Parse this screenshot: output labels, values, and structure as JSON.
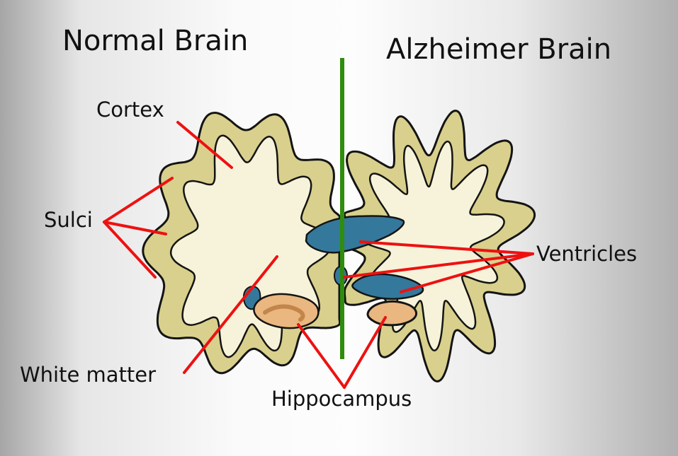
{
  "diagram": {
    "title_left": "Normal Brain",
    "title_right": "Alzheimer Brain",
    "labels": {
      "cortex": "Cortex",
      "sulci": "Sulci",
      "ventricles": "Ventricles",
      "white_matter": "White matter",
      "hippocampus": "Hippocampus"
    },
    "colors": {
      "cortex_fill": "#d8d08c",
      "white_matter_fill": "#f7f3da",
      "ventricle_fill": "#34789c",
      "hippocampus_fill": "#e9b77f",
      "hippocampus_stripe": "#c2854a",
      "leader_line": "#ee1111",
      "divider_line": "#2f8d0d",
      "outline": "#141414",
      "text": "#111111"
    }
  }
}
